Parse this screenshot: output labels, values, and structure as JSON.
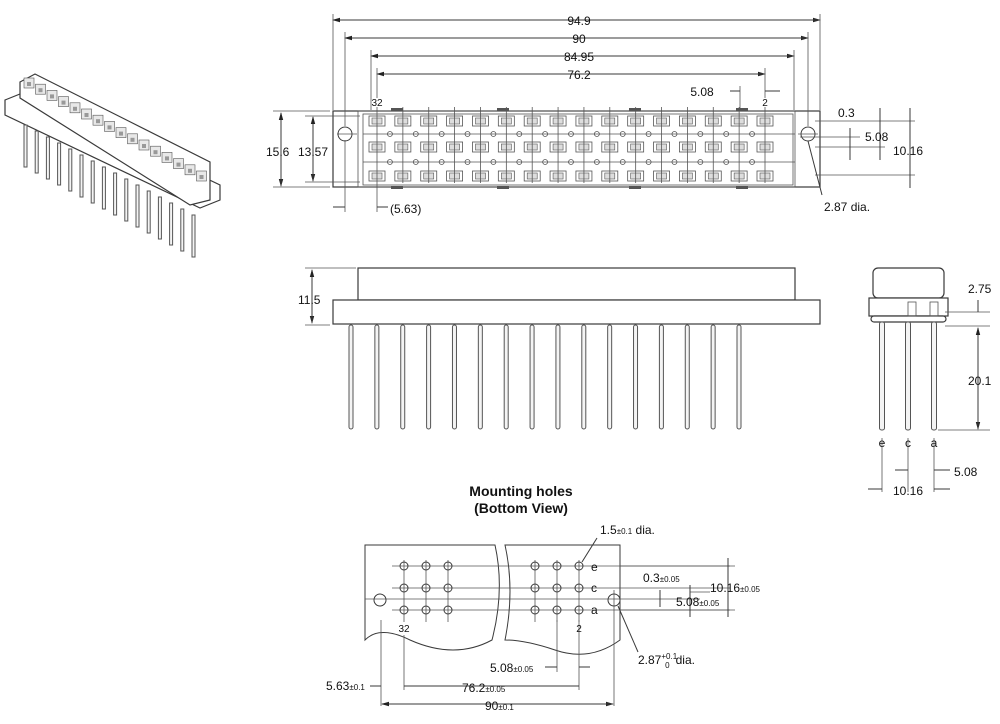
{
  "top_view": {
    "dims": {
      "overall_length": "94.9",
      "mount_hole_pitch": "90",
      "body_length": "84.95",
      "pin_span": "76.2",
      "pin_pitch": "5.08",
      "first_pin_offset": "(5.63)",
      "overall_height": "15.6",
      "body_height": "13.57",
      "hole_offset": "0.3",
      "row_pitch": "5.08",
      "row_span": "10.16",
      "mount_hole_dia": "2.87 dia."
    },
    "pin_labels": {
      "first": "32",
      "last": "2"
    }
  },
  "front_view": {
    "dims": {
      "height": "11.5"
    },
    "pin_count_shown": 16
  },
  "side_view": {
    "dims": {
      "flange": "2.75",
      "pin_length": "20.1",
      "row_pitch": "5.08",
      "row_span": "10.16"
    },
    "row_labels": [
      "e",
      "c",
      "a"
    ]
  },
  "mounting": {
    "title_line1": "Mounting holes",
    "title_line2": "(Bottom View)",
    "row_labels": [
      "e",
      "c",
      "a"
    ],
    "pin_labels": {
      "first": "32",
      "last": "2"
    },
    "dims": {
      "hole_dia": {
        "value": "1.5",
        "tol": "±0.1",
        "suffix": " dia."
      },
      "offset": {
        "value": "0.3",
        "tol": "±0.05"
      },
      "row_span": {
        "value": "10.16",
        "tol": "±0.05"
      },
      "row_pitch": {
        "value": "5.08",
        "tol": "±0.05"
      },
      "mount_dia": {
        "value": "2.87",
        "tol_upper": "+0.1",
        "tol_lower": "0",
        "suffix": "dia."
      },
      "pin_pitch": {
        "value": "5.08",
        "tol": "±0.05"
      },
      "first_offset": {
        "value": "5.63",
        "tol": "±0.1"
      },
      "pin_span": {
        "value": "76.2",
        "tol": "±0.05"
      },
      "hole_pitch": {
        "value": "90",
        "tol": "±0.1"
      }
    }
  }
}
